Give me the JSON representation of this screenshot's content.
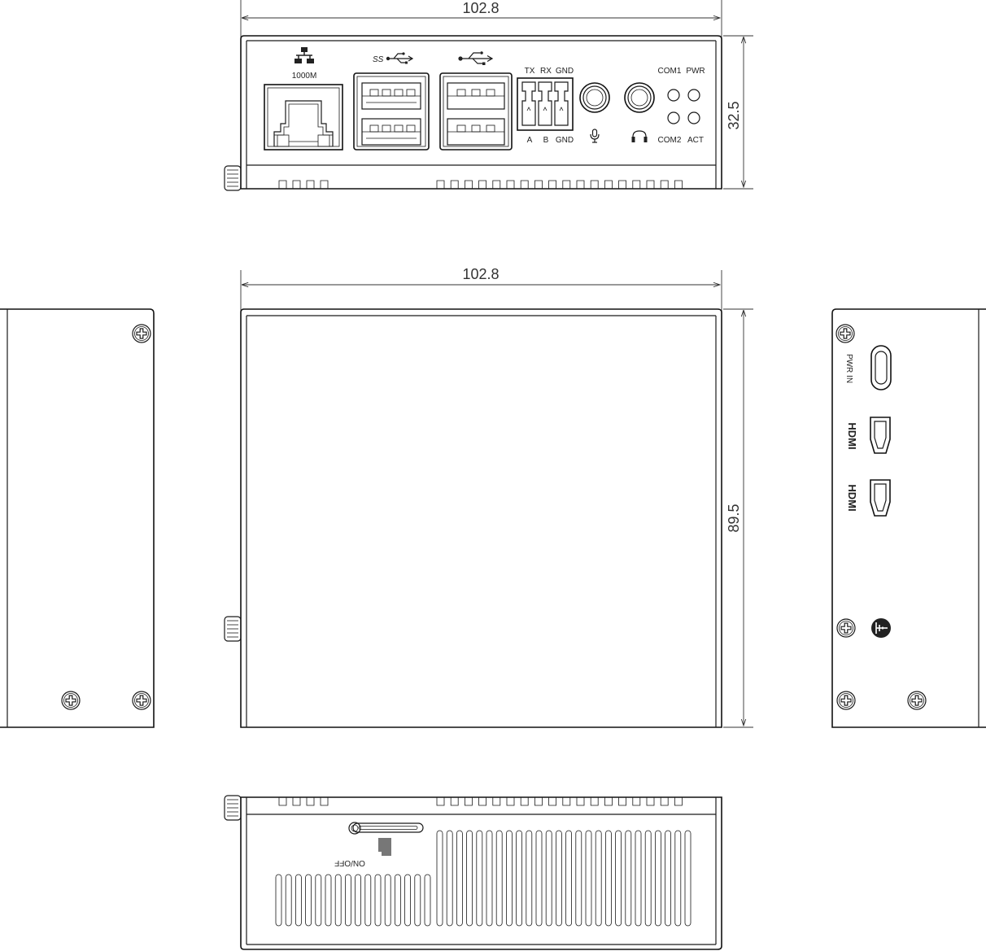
{
  "dimensions": {
    "top_width": "102.8",
    "front_height": "32.5",
    "plan_width": "102.8",
    "plan_depth": "89.5"
  },
  "front_labels": {
    "lan_speed": "1000M",
    "serial_tx": "TX",
    "serial_rx": "RX",
    "serial_gnd_top": "GND",
    "serial_a": "A",
    "serial_b": "B",
    "serial_gnd_bottom": "GND",
    "led_com1": "COM1",
    "led_pwr": "PWR",
    "led_com2": "COM2",
    "led_act": "ACT"
  },
  "right_labels": {
    "power_in": "PWR IN",
    "hdmi_1": "HDMI",
    "hdmi_2": "HDMI"
  },
  "rear_labels": {
    "switch": "ON/OFF"
  },
  "icons": [
    "ethernet-icon",
    "usb3-superspeed-icon",
    "usb-icon",
    "microphone-icon",
    "headphone-icon",
    "ground-icon",
    "microsd-card-icon",
    "screw-icon"
  ],
  "colors": {
    "line": "#1a1a1a",
    "dimension": "#333333",
    "background": "#ffffff"
  }
}
